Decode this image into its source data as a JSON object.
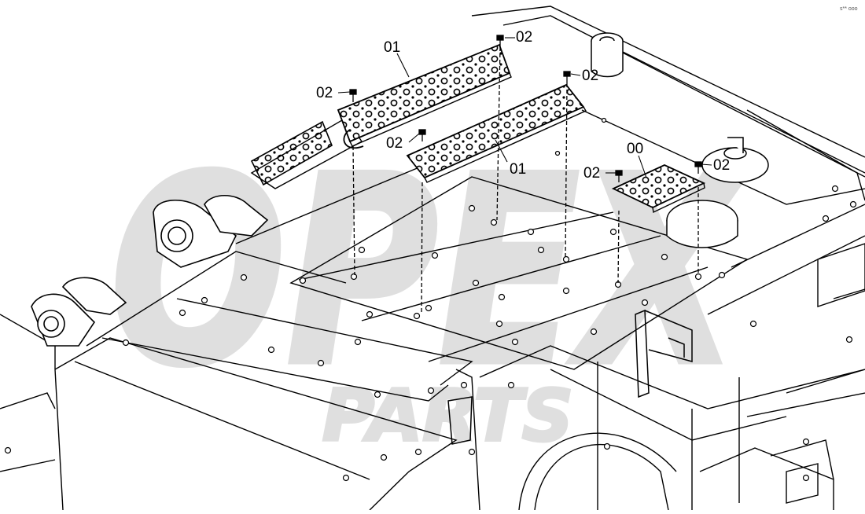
{
  "watermark": {
    "brand": "OPEX",
    "sub": "PARTS"
  },
  "corner_mark": "s** ooo",
  "callouts": {
    "plate_large": "01",
    "plate_small": "00",
    "bolt": "02"
  }
}
